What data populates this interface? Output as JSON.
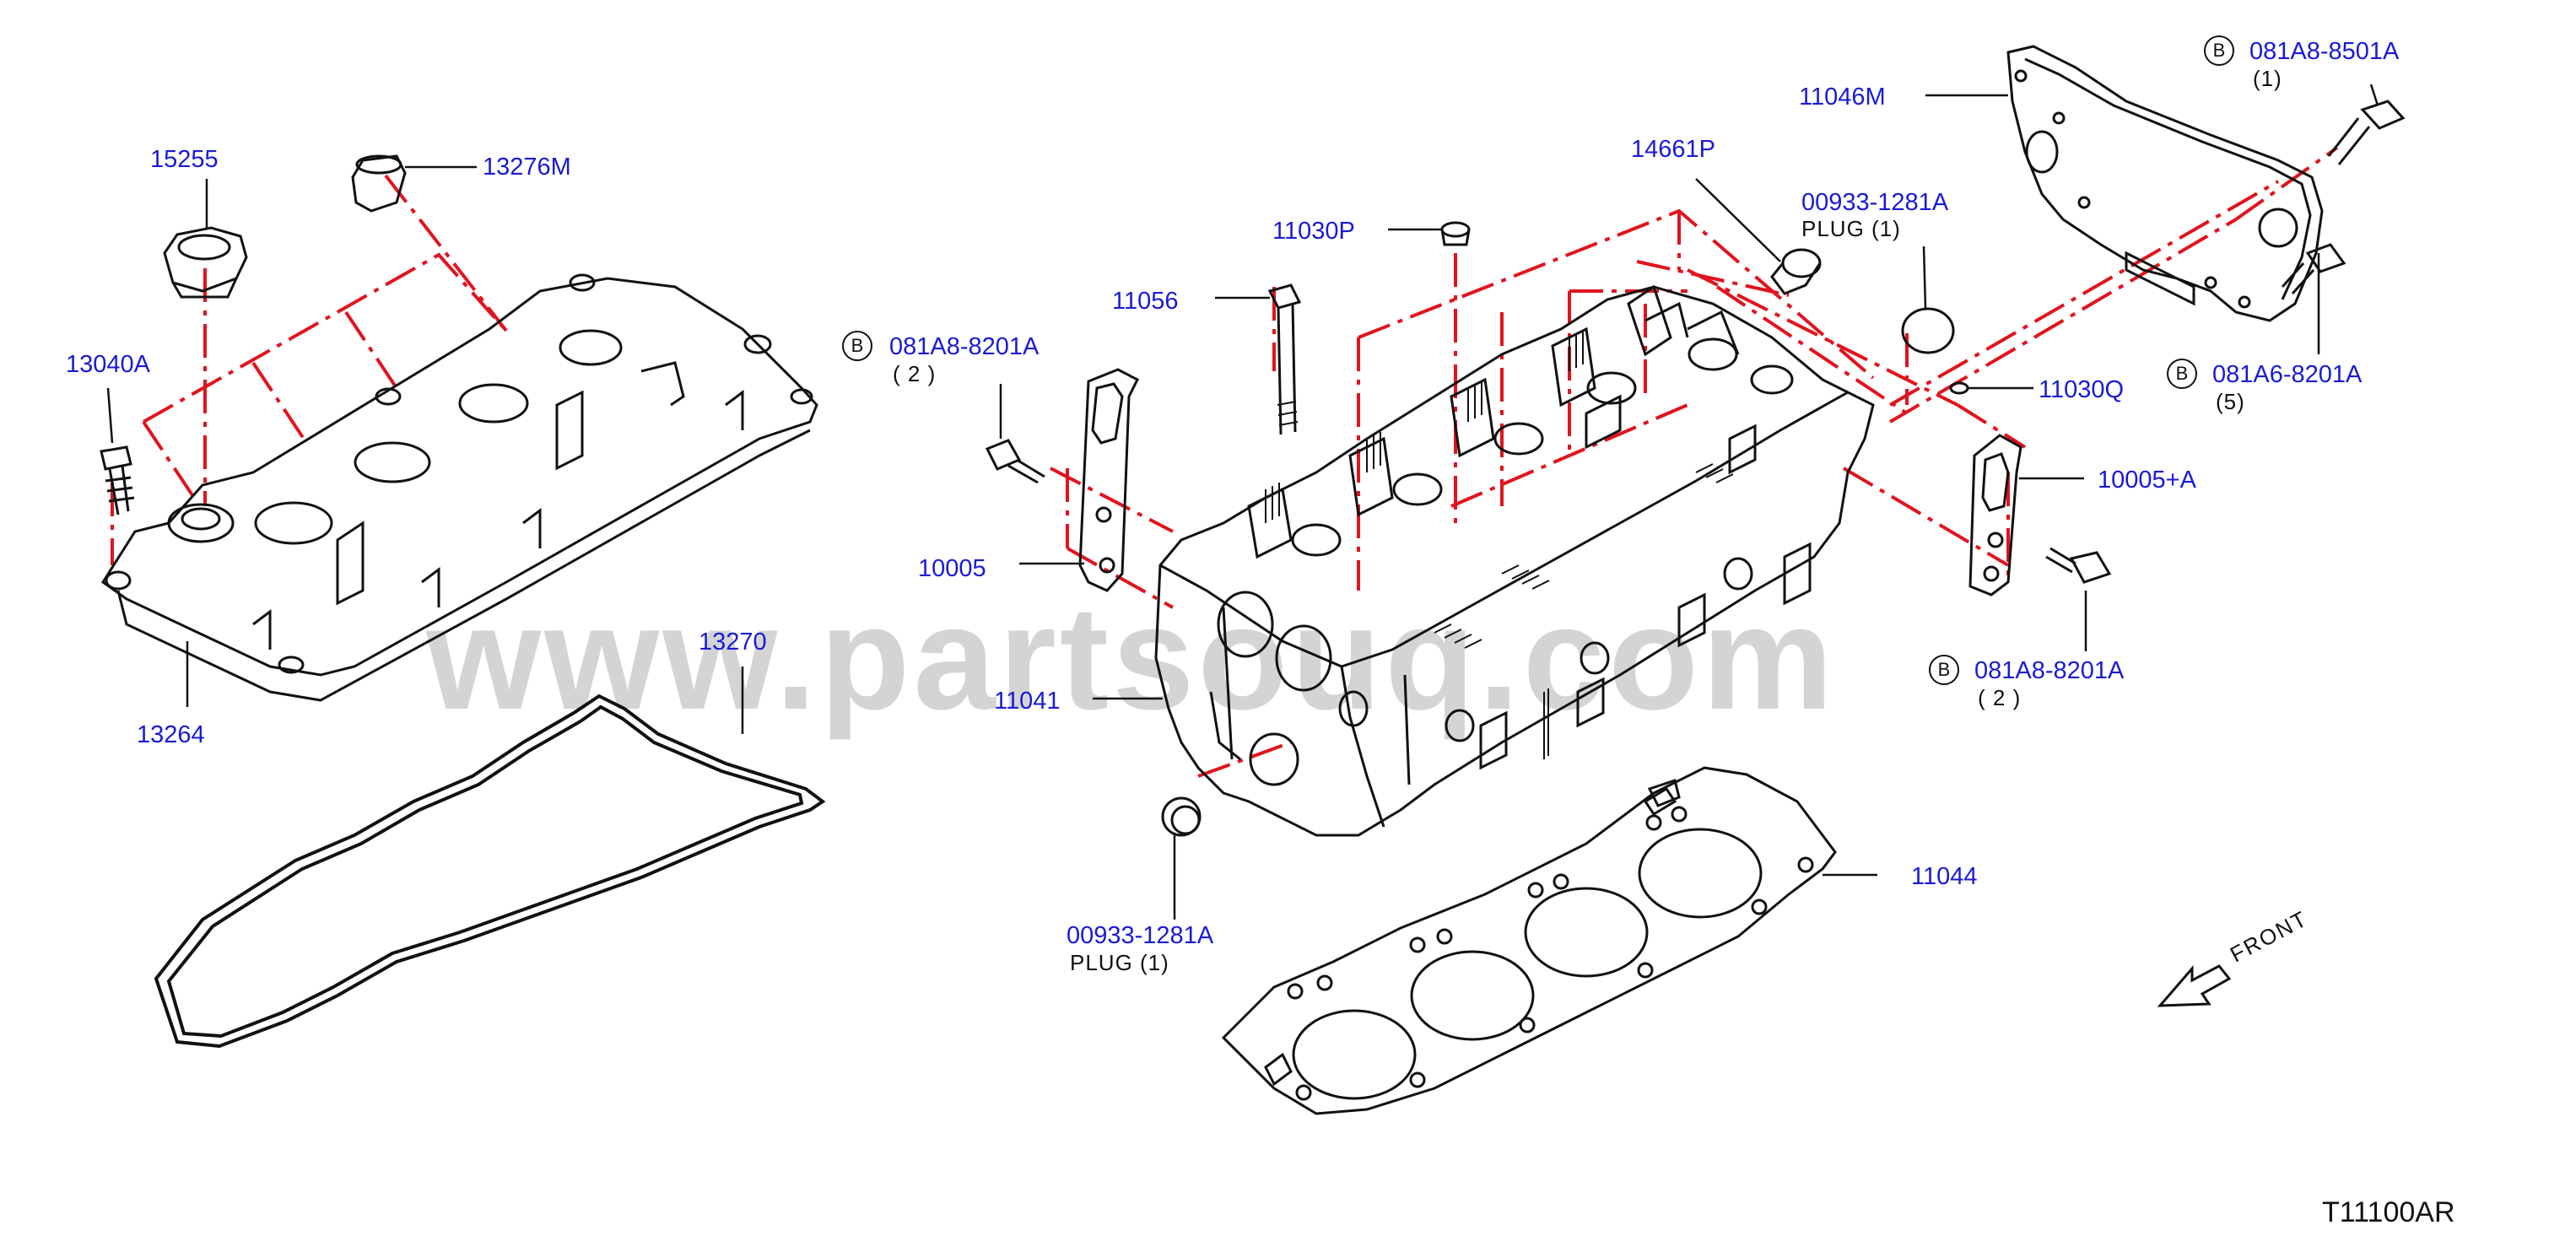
{
  "watermark": "www.partsouq.com",
  "diagram_code": "T11100AR",
  "direction_label": "FRONT",
  "badge_letter": "B",
  "labels": {
    "p15255": "15255",
    "p13276M": "13276M",
    "p13040A": "13040A",
    "p13264": "13264",
    "p13270": "13270",
    "p081A8_left": "081A8-8201A",
    "p11056": "11056",
    "p11030P": "11030P",
    "p14661P": "14661P",
    "p00933_top": "00933-1281A",
    "p11046M": "11046M",
    "p081A8_8501A": "081A8-8501A",
    "p081A6_8201A": "081A6-8201A",
    "p11030Q": "11030Q",
    "p10005A": "10005+A",
    "p081A8_right": "081A8-8201A",
    "p10005": "10005",
    "p11041": "11041",
    "p11044": "11044",
    "p00933_bottom": "00933-1281A"
  },
  "notes": {
    "qty_081A8_left": "( 2 )",
    "plug_top": "PLUG  (1)",
    "qty_081A8_8501A": "(1)",
    "qty_081A6_8201A": "(5)",
    "qty_081A8_right": "( 2 )",
    "plug_bottom": "PLUG  (1)"
  },
  "colors": {
    "label": "#1a1ad6",
    "dashline": "#e0141e",
    "outline": "#111111",
    "watermark": "#d4d4d4"
  }
}
